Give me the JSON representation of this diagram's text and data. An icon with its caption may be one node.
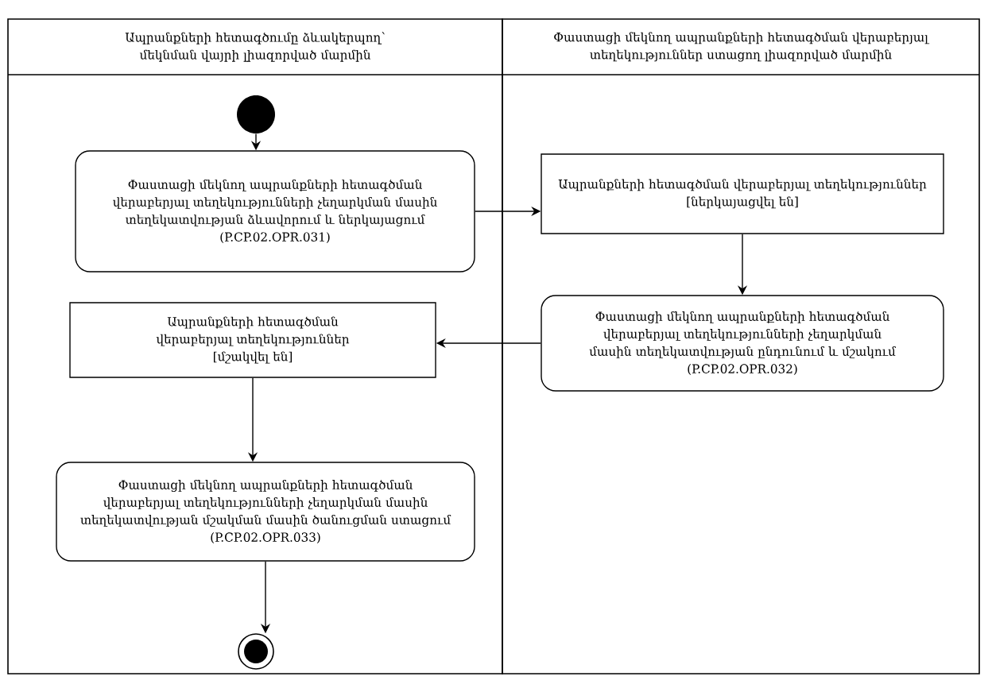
{
  "diagram": {
    "nodes": [
      {
        "text": [
          "Ապրանքների հետագծումը ձևակերպող՝ մեկնման վայրի լիազորված մարմին"
        ]
      },
      {
        "text": [
          "Փաստացի մեկնող ապրանքների հետագծման վերաբերյալ տեղեկություններ ստացող լիազորված մարմին"
        ]
      },
      {
        "text": [],
        "shape": "circle",
        "in": 0
      },
      {
        "text": [
          "Փաստացի մեկնող ապրանքների հետագծման վերաբերյալ տեղեկությունների չեղարկման մասին տեղեկատվության ձևավորում և ներկայացում",
          "(P.CP.02.OPR.031)"
        ],
        "in": 0
      },
      {
        "text": [
          "Ապրանքների հետագծման վերաբերյալ տեղեկություններ",
          "[ներկայացվել են]"
        ],
        "in": 1
      },
      {
        "text": [
          "Փաստացի մեկնող ապրանքների հետագծման վերաբերյալ տեղեկությունների չեղարկման մասին տեղեկատվության ընդունում և մշակում",
          "(P.CP.02.OPR.032)"
        ],
        "in": 1
      },
      {
        "text": [
          "Ապրանքների հետագծման վերաբերյալ տեղեկություններ",
          "[մշակվել են]"
        ],
        "in": 0
      },
      {
        "text": [
          "Փաստացի մեկնող ապրանքների հետագծման վերաբերյալ տեղեկությունների չեղարկման մասին տեղեկատվության մշակման մասին ծանուցման ստացում",
          "(P.CP.02.OPR.033)"
        ],
        "in": 0
      },
      {
        "text": [],
        "shape": "circle",
        "in": 0
      }
    ],
    "edges": [
      {
        "from": 2,
        "to": 3,
        "arrow": "to"
      },
      {
        "from": 3,
        "to": 4,
        "arrow": "to"
      },
      {
        "from": 4,
        "to": 5,
        "arrow": "to"
      },
      {
        "from": 5,
        "to": 6,
        "arrow": "to"
      },
      {
        "from": 6,
        "to": 7,
        "arrow": "to"
      },
      {
        "from": 7,
        "to": 8,
        "arrow": "to"
      }
    ]
  }
}
